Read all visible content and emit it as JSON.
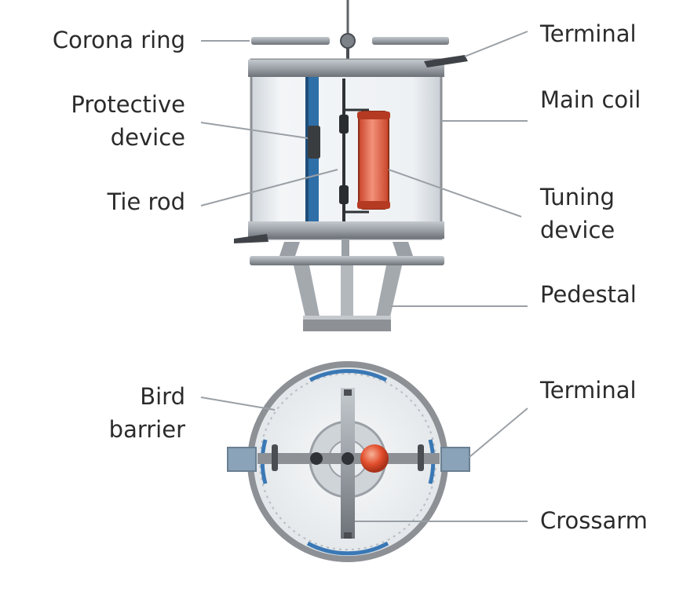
{
  "labels": {
    "corona_ring": "Corona ring",
    "protective_device_1": "Protective",
    "protective_device_2": "device",
    "tie_rod": "Tie rod",
    "terminal_top": "Terminal",
    "main_coil": "Main coil",
    "tuning_device_1": "Tuning",
    "tuning_device_2": "device",
    "pedestal": "Pedestal",
    "bird_barrier_1": "Bird",
    "bird_barrier_2": "barrier",
    "terminal_bottom": "Terminal",
    "crossarm": "Crossarm"
  },
  "colors": {
    "frame": "#8d9196",
    "frame_dark": "#5f6368",
    "coil_fill": "#eef1f4",
    "tie_rod": "#2f6fa8",
    "tuning_device": "#e8603c",
    "leader_line": "#9aa0a6",
    "text": "#2b2b2b"
  }
}
